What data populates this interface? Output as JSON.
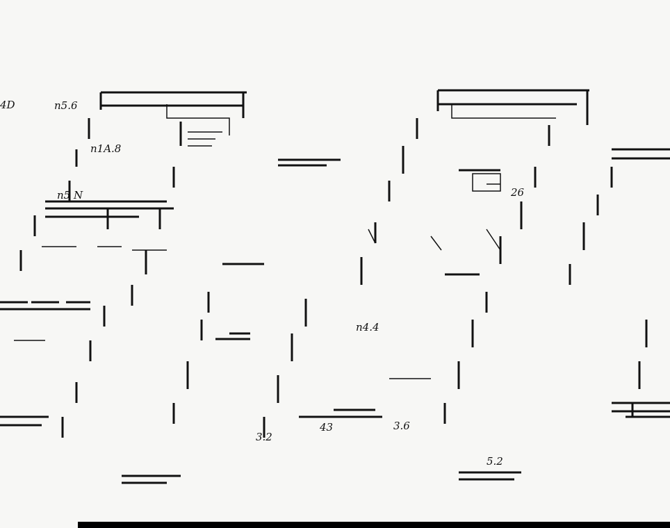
{
  "drawing": {
    "labels": [
      {
        "id": "l1",
        "text": "n5.6"
      },
      {
        "id": "l2",
        "text": "4D"
      },
      {
        "id": "l3",
        "text": "n1A.8"
      },
      {
        "id": "l4",
        "text": "n5 N"
      },
      {
        "id": "l5",
        "text": "3.6"
      },
      {
        "id": "l6",
        "text": "43"
      },
      {
        "id": "l7",
        "text": "3.2"
      },
      {
        "id": "l8",
        "text": "26"
      },
      {
        "id": "l9",
        "text": "5.2"
      },
      {
        "id": "l10",
        "text": "n4.4"
      }
    ],
    "ink_color": "#111111",
    "paper_color": "#f7f7f5"
  }
}
